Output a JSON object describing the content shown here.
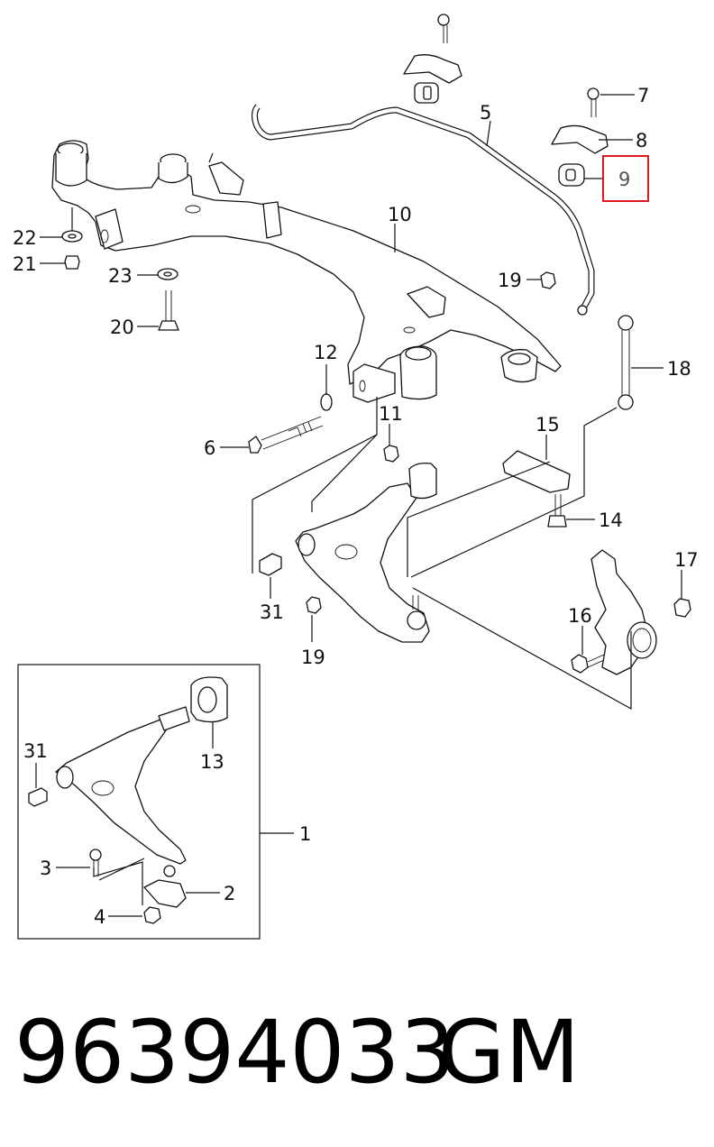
{
  "labels": {
    "l1": "1",
    "l2": "2",
    "l3": "3",
    "l4": "4",
    "l5": "5",
    "l6": "6",
    "l7": "7",
    "l8": "8",
    "l9": "9",
    "l10": "10",
    "l11": "11",
    "l12": "12",
    "l13": "13",
    "l14": "14",
    "l15": "15",
    "l16": "16",
    "l17": "17",
    "l18": "18",
    "l19a": "19",
    "l19b": "19",
    "l20": "20",
    "l21": "21",
    "l22": "22",
    "l23": "23",
    "l31a": "31",
    "l31b": "31"
  },
  "highlight": {
    "part": "9",
    "color": "#e0191e"
  },
  "footer": {
    "part_number": "96394033",
    "brand": "GM"
  }
}
